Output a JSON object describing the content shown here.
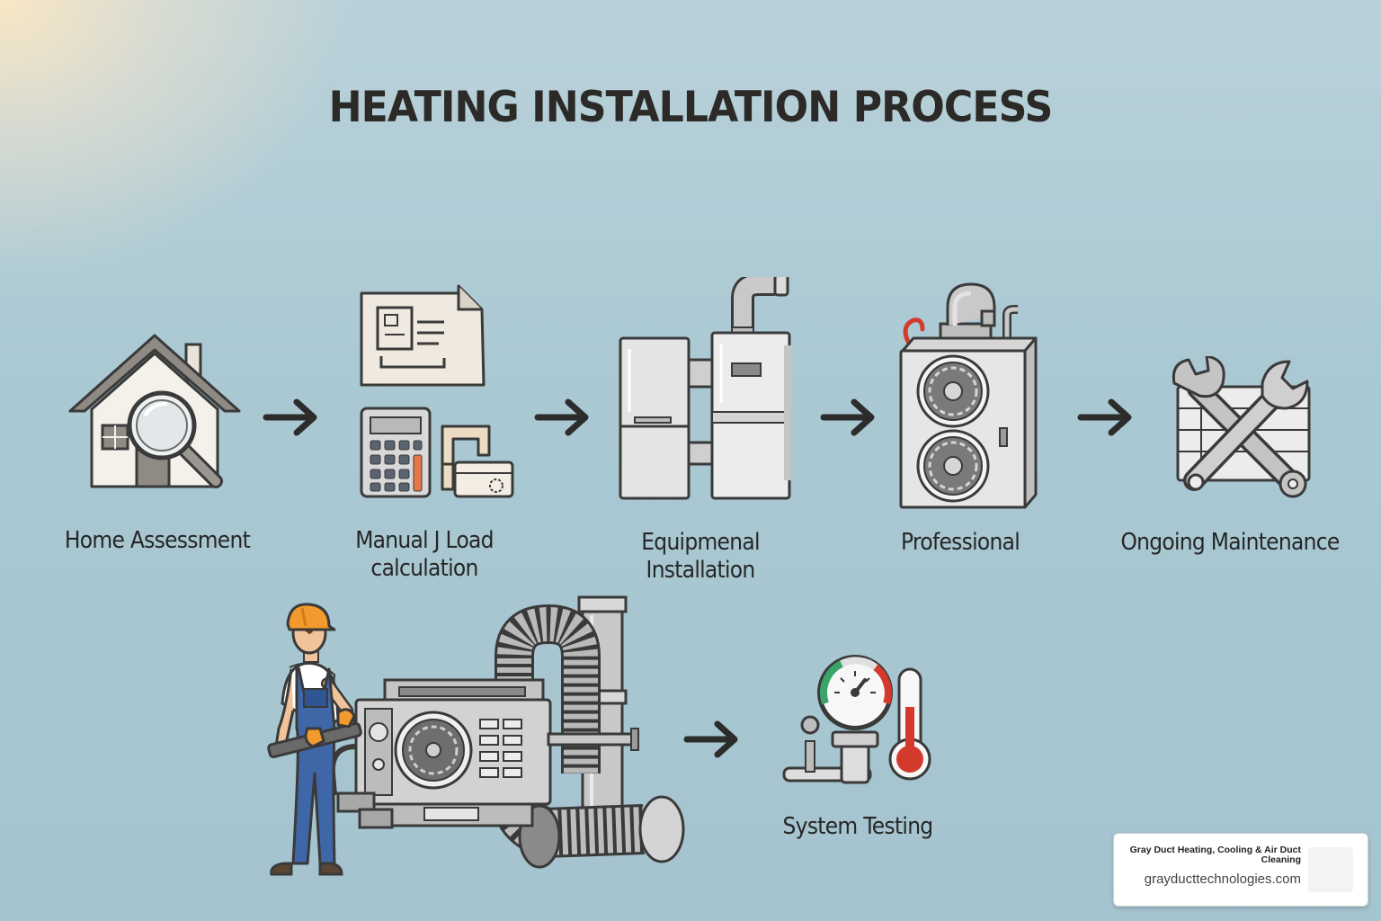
{
  "title": "HEATING INSTALLATION PROCESS",
  "steps": [
    {
      "label": "Home Assessment",
      "icon": "house-magnifier-icon"
    },
    {
      "label": "Manual J Load calculation",
      "icon": "blueprint-calculator-icon"
    },
    {
      "label": "Equipmenal Installation",
      "icon": "furnace-unit-icon"
    },
    {
      "label": "Professional",
      "icon": "fan-unit-icon"
    },
    {
      "label": "Ongoing Maintenance",
      "icon": "wrench-tools-icon"
    }
  ],
  "second_row": {
    "scene_icon": "technician-installing-unit-icon",
    "final_step": {
      "label": "System Testing",
      "icon": "gauge-thermometer-icon"
    }
  },
  "badge": {
    "name": "Gray Duct Heating, Cooling & Air Duct Cleaning",
    "url": "grayducttechnologies.com"
  },
  "colors": {
    "outline": "#3a3a3a",
    "accent_red": "#d33a2c",
    "helmet_orange": "#f29a2e",
    "overalls_blue": "#3f67a8"
  }
}
